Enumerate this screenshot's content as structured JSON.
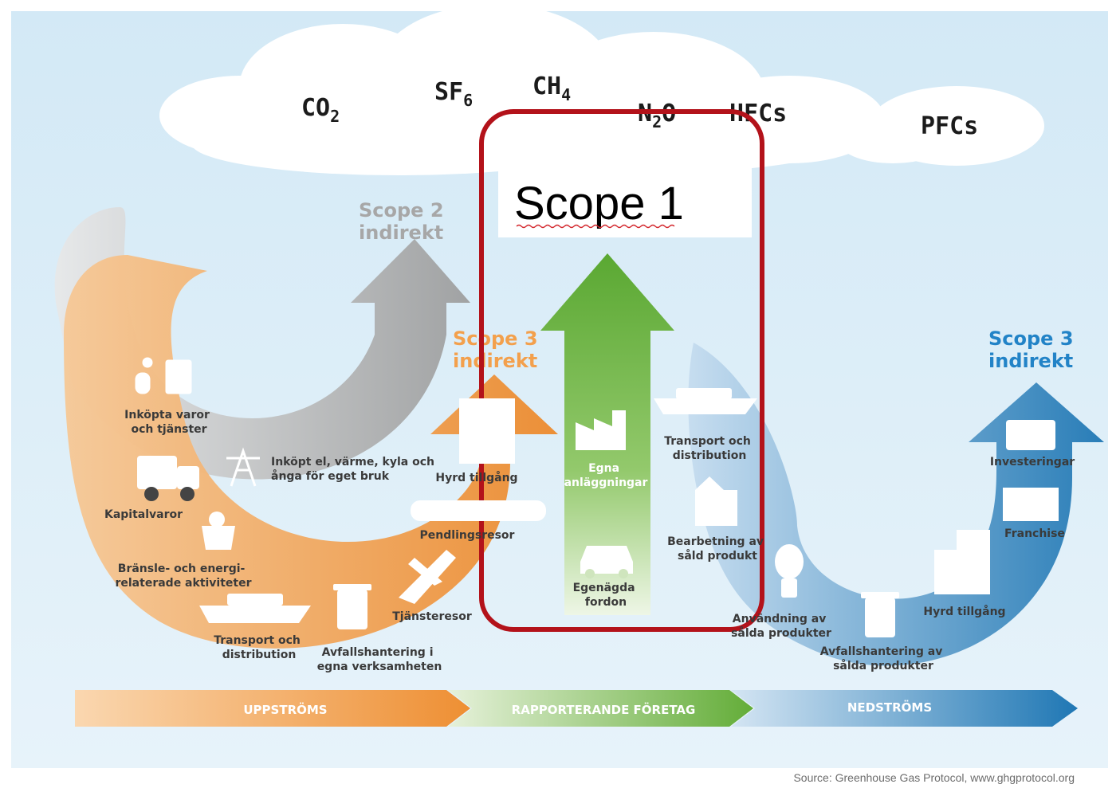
{
  "gases": {
    "co2": {
      "base": "CO",
      "sub": "2"
    },
    "sf6": {
      "base": "SF",
      "sub": "6"
    },
    "ch4": {
      "base": "CH",
      "sub": "4"
    },
    "n2o": {
      "base": "N",
      "sub": "2",
      "rest": "O"
    },
    "hfcs": "HFCs",
    "pfcs": "PFCs"
  },
  "scope1_box": "Scope 1",
  "scope2": {
    "line1": "Scope 2",
    "line2": "indirekt"
  },
  "scope3_left": {
    "line1": "Scope 3",
    "line2": "indirekt"
  },
  "scope3_right": {
    "line1": "Scope 3",
    "line2": "indirekt"
  },
  "upstream": {
    "inkopta": [
      "Inköpta varor",
      "och tjänster"
    ],
    "kapital": "Kapitalvaror",
    "bransle": [
      "Bränsle- och energi-",
      "relaterade aktiviteter"
    ],
    "transport": [
      "Transport och",
      "distribution"
    ],
    "avfall": [
      "Avfallshantering i",
      "egna verksamheten"
    ],
    "tjanste": "Tjänsteresor",
    "pendling": "Pendlingsresor",
    "hyrd": "Hyrd tillgång",
    "el": [
      "Inköpt el, värme, kyla och",
      "ånga för eget bruk"
    ]
  },
  "scope1_items": {
    "egna": [
      "Egna",
      "anläggningar"
    ],
    "fordon": [
      "Egenägda",
      "fordon"
    ]
  },
  "downstream": {
    "transport": [
      "Transport och",
      "distribution"
    ],
    "bearbetning": [
      "Bearbetning av",
      "såld produkt"
    ],
    "anvandning": [
      "Användning av",
      "sålda produkter"
    ],
    "avfall": [
      "Avfallshantering av",
      "sålda produkter"
    ],
    "hyrd": "Hyrd tillgång",
    "franchise": "Franchise",
    "investeringar": "Investeringar"
  },
  "bottom_bar": {
    "left": "UPPSTRÖMS",
    "middle": "RAPPORTERANDE FÖRETAG",
    "right": "NEDSTRÖMS"
  },
  "source": "Source: Greenhouse Gas Protocol, www.ghgprotocol.org",
  "colors": {
    "sky": "#dbeef8",
    "orange": "#ec8a2d",
    "gray": "#9b9b9b",
    "green": "#5aa832",
    "blue": "#1f77b4",
    "highlight": "#b3121a"
  }
}
